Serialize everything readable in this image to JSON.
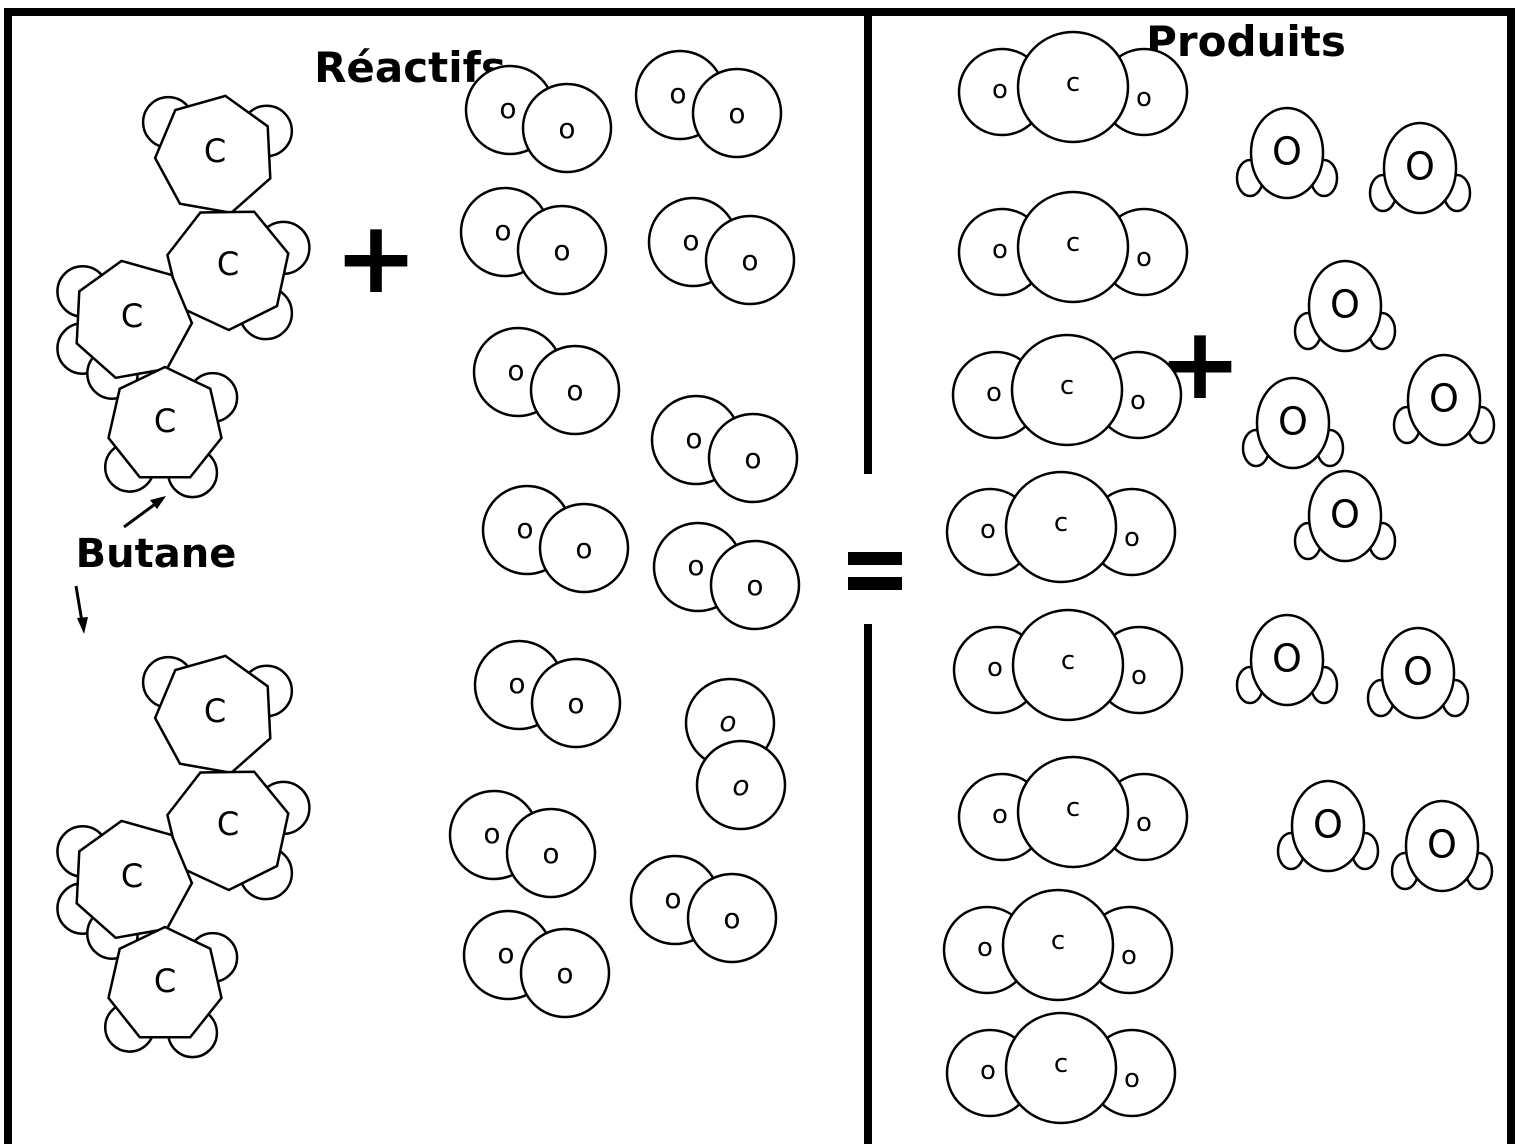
{
  "titles": {
    "reactants": "Réactifs",
    "products": "Produits",
    "butane_label": "Butane"
  },
  "symbols": {
    "plus_reactants": "+",
    "plus_products": "+",
    "equals": "="
  },
  "atom_labels": {
    "carbon": "C",
    "oxygen": "O"
  },
  "colors": {
    "line": "#000000",
    "fill": "#ffffff"
  }
}
